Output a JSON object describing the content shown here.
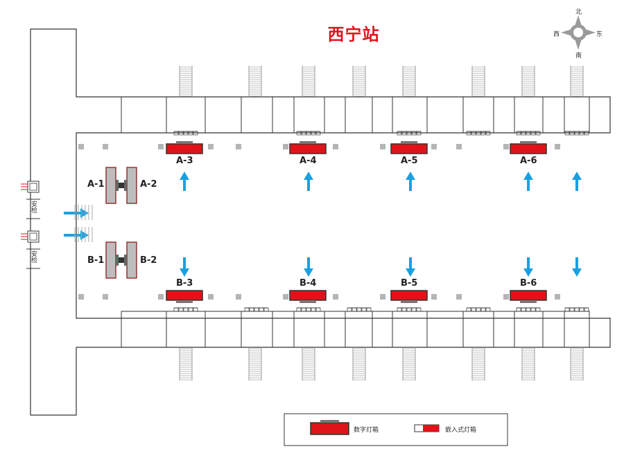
{
  "title": "西宁站",
  "compass": {
    "north": "北",
    "south": "南",
    "east": "东",
    "west": "西"
  },
  "colors": {
    "title": "#e0131b",
    "sign_fill": "#e0131b",
    "arrow": "#1aa0e0",
    "line": "#333333",
    "gray": "#b5b5b5"
  },
  "signs_top": [
    {
      "id": "A-3",
      "label": "A-3"
    },
    {
      "id": "A-4",
      "label": "A-4"
    },
    {
      "id": "A-5",
      "label": "A-5"
    },
    {
      "id": "A-6",
      "label": "A-6"
    }
  ],
  "signs_bottom": [
    {
      "id": "B-3",
      "label": "B-3"
    },
    {
      "id": "B-4",
      "label": "B-4"
    },
    {
      "id": "B-5",
      "label": "B-5"
    },
    {
      "id": "B-6",
      "label": "B-6"
    }
  ],
  "side_signs": [
    {
      "id": "A-1",
      "label": "A-1"
    },
    {
      "id": "A-2",
      "label": "A-2"
    },
    {
      "id": "B-1",
      "label": "B-1"
    },
    {
      "id": "B-2",
      "label": "B-2"
    }
  ],
  "security": [
    {
      "label": "安检"
    },
    {
      "label": "安检"
    }
  ],
  "legend": {
    "digital": "数字灯箱",
    "embedded": "嵌入式灯箱"
  }
}
